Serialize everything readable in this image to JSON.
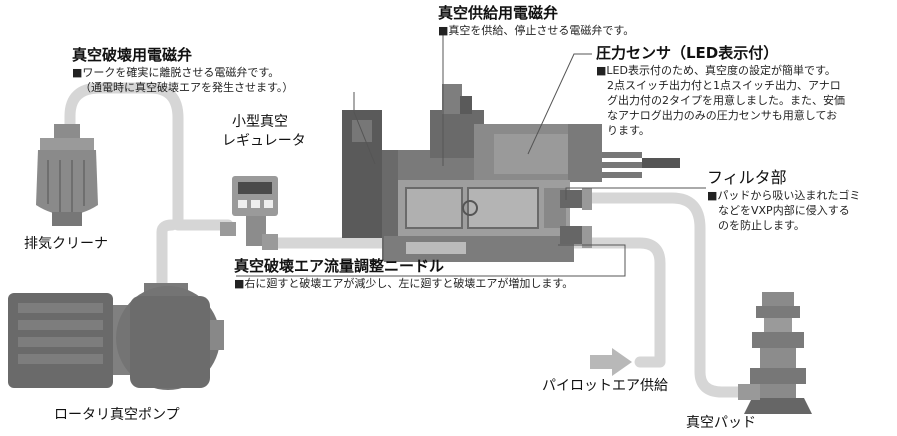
{
  "callouts": {
    "vacuum_supply_valve": {
      "title": "真空供給用電磁弁",
      "desc": "■真空を供給、停止させる電磁弁です。"
    },
    "vacuum_break_valve": {
      "title": "真空破壊用電磁弁",
      "desc_line1": "■ワークを確実に離脱させる電磁弁です。",
      "desc_line2": "（通電時に真空破壊エアを発生させます。）"
    },
    "pressure_sensor": {
      "title": "圧力センサ（LED表示付）",
      "desc_lines": [
        "■LED表示付のため、真空度の設定が簡単です。",
        "2点スイッチ出力付と1点スイッチ出力、アナロ",
        "グ出力付の2タイプを用意しました。また、安価",
        "なアナログ出力のみの圧力センサも用意してお",
        "ります。"
      ]
    },
    "filter": {
      "title": "フィルタ部",
      "desc_lines": [
        "■パッドから吸い込まれたゴミ",
        "などをVXP内部に侵入する",
        "のを防止します。"
      ]
    },
    "break_needle": {
      "title": "真空破壊エア流量調整ニードル",
      "desc": "■右に廻すと破壊エアが減少し、左に廻すと破壊エアが増加します。"
    }
  },
  "labels": {
    "small_regulator_line1": "小型真空",
    "small_regulator_line2": "レギュレータ",
    "exhaust_cleaner": "排気クリーナ",
    "rotary_pump": "ロータリ真空ポンプ",
    "pilot_air": "パイロットエア供給",
    "vacuum_pad": "真空パッド"
  },
  "colors": {
    "pipe": "#d6d6d6",
    "device_dark": "#6a6a6a",
    "device_mid": "#8c8c8c",
    "device_light": "#b0b0b0",
    "leader": "#555555"
  }
}
